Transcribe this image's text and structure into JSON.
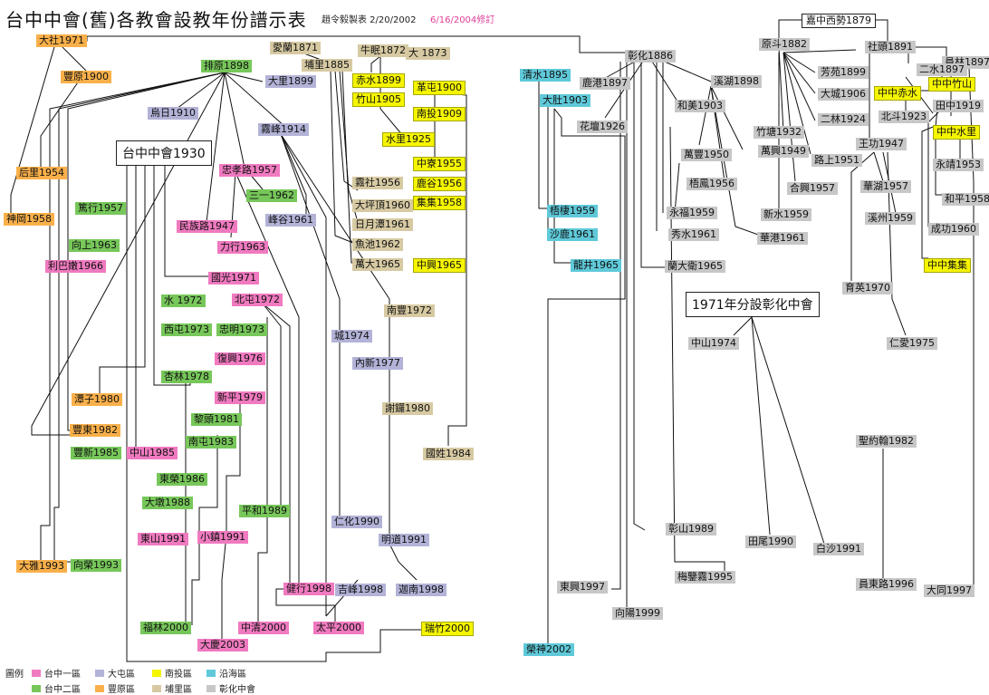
{
  "title": "台中中會(舊)各教會設教年份譜示表",
  "author": "趙令毅製表 2/20/2002",
  "revision": "6/16/2004修訂",
  "banner_1930": "台中中會1930",
  "banner_1971": "1971年分設彰化中會",
  "root_1879": "嘉中西勢1879",
  "legend_title": "圖例",
  "legend": [
    {
      "key": "t1",
      "label": "台中一區",
      "color": "#f07ac0"
    },
    {
      "key": "dt",
      "label": "大屯區",
      "color": "#b3b3d8"
    },
    {
      "key": "nt",
      "label": "南投區",
      "color": "#f5f500"
    },
    {
      "key": "hs",
      "label": "沿海區",
      "color": "#5fc9d9"
    },
    {
      "key": "t2",
      "label": "台中二區",
      "color": "#77c75a"
    },
    {
      "key": "fy",
      "label": "豐原區",
      "color": "#f9b04a"
    },
    {
      "key": "pl",
      "label": "埔里區",
      "color": "#d7caa3"
    },
    {
      "key": "ch",
      "label": "彰化中會",
      "color": "#c7c7c7"
    }
  ],
  "nodes": [
    {
      "label": "大社1971",
      "cat": "fy"
    },
    {
      "label": "豐原1900",
      "cat": "fy"
    },
    {
      "label": "后里1954",
      "cat": "fy"
    },
    {
      "label": "神岡1958",
      "cat": "fy"
    },
    {
      "label": "排原1898",
      "cat": "t2"
    },
    {
      "label": "烏日1910",
      "cat": "dt"
    },
    {
      "label": "大里1899",
      "cat": "dt"
    },
    {
      "label": "愛蘭1871",
      "cat": "pl"
    },
    {
      "label": "埔里1885",
      "cat": "pl"
    },
    {
      "label": "牛眠1872",
      "cat": "pl"
    },
    {
      "label": "大  1873",
      "cat": "pl"
    },
    {
      "label": "赤水1899",
      "cat": "nt"
    },
    {
      "label": "竹山1905",
      "cat": "nt"
    },
    {
      "label": "革屯1900",
      "cat": "nt"
    },
    {
      "label": "南投1909",
      "cat": "nt"
    },
    {
      "label": "水里1925",
      "cat": "nt"
    },
    {
      "label": "中寮1955",
      "cat": "nt"
    },
    {
      "label": "鹿谷1956",
      "cat": "nt"
    },
    {
      "label": "集集1958",
      "cat": "nt"
    },
    {
      "label": "霧社1956",
      "cat": "pl"
    },
    {
      "label": "大坪頂1960",
      "cat": "pl"
    },
    {
      "label": "日月潭1961",
      "cat": "pl"
    },
    {
      "label": "魚池1962",
      "cat": "pl"
    },
    {
      "label": "萬大1965",
      "cat": "pl"
    },
    {
      "label": "中興1965",
      "cat": "nt"
    },
    {
      "label": "南豐1972",
      "cat": "pl"
    },
    {
      "label": "霧峰1914",
      "cat": "dt"
    },
    {
      "label": "峰谷1961",
      "cat": "dt"
    },
    {
      "label": "民族路1947",
      "cat": "t1"
    },
    {
      "label": "忠孝路1957",
      "cat": "t1"
    },
    {
      "label": "三一1962",
      "cat": "t2"
    },
    {
      "label": "力行1963",
      "cat": "t1"
    },
    {
      "label": "篤行1957",
      "cat": "t2"
    },
    {
      "label": "向上1963",
      "cat": "t2"
    },
    {
      "label": "利巴嫩1966",
      "cat": "t1"
    },
    {
      "label": "國光1971",
      "cat": "t1"
    },
    {
      "label": "水    1972",
      "cat": "t2"
    },
    {
      "label": "北屯1972",
      "cat": "t1"
    },
    {
      "label": "西屯1973",
      "cat": "t2"
    },
    {
      "label": "忠明1973",
      "cat": "t2"
    },
    {
      "label": "復興1976",
      "cat": "t1"
    },
    {
      "label": "杏林1978",
      "cat": "t2"
    },
    {
      "label": "新平1979",
      "cat": "t1"
    },
    {
      "label": "黎頭1981",
      "cat": "t2"
    },
    {
      "label": "南屯1983",
      "cat": "t2"
    },
    {
      "label": "東榮1986",
      "cat": "t2"
    },
    {
      "label": "大墩1988",
      "cat": "t2"
    },
    {
      "label": "平和1989",
      "cat": "t2"
    },
    {
      "label": "東山1991",
      "cat": "t1"
    },
    {
      "label": "小鎮1991",
      "cat": "t1"
    },
    {
      "label": "城1974",
      "cat": "dt"
    },
    {
      "label": "內新1977",
      "cat": "dt"
    },
    {
      "label": "謝鑼1980",
      "cat": "pl"
    },
    {
      "label": "國姓1984",
      "cat": "pl"
    },
    {
      "label": "仁化1990",
      "cat": "dt"
    },
    {
      "label": "明道1991",
      "cat": "dt"
    },
    {
      "label": "健行1998",
      "cat": "t1"
    },
    {
      "label": "吉峰1998",
      "cat": "dt"
    },
    {
      "label": "迦南1998",
      "cat": "dt"
    },
    {
      "label": "中清2000",
      "cat": "t1"
    },
    {
      "label": "太平2000",
      "cat": "t1"
    },
    {
      "label": "瑞竹2000",
      "cat": "nt"
    },
    {
      "label": "福林2000",
      "cat": "t2"
    },
    {
      "label": "大慶2003",
      "cat": "t1"
    },
    {
      "label": "潭子1980",
      "cat": "fy"
    },
    {
      "label": "豐東1982",
      "cat": "fy"
    },
    {
      "label": "豐新1985",
      "cat": "t2"
    },
    {
      "label": "中山1985",
      "cat": "t1"
    },
    {
      "label": "大雅1993",
      "cat": "fy"
    },
    {
      "label": "向榮1993",
      "cat": "t2"
    },
    {
      "label": "清水1895",
      "cat": "hs"
    },
    {
      "label": "大肚1903",
      "cat": "hs"
    },
    {
      "label": "梧棲1959",
      "cat": "hs"
    },
    {
      "label": "沙鹿1961",
      "cat": "hs"
    },
    {
      "label": "龍井1965",
      "cat": "hs"
    },
    {
      "label": "榮神2002",
      "cat": "hs"
    },
    {
      "label": "彰化1886",
      "cat": "ch"
    },
    {
      "label": "鹿港1897",
      "cat": "ch"
    },
    {
      "label": "花壇1926",
      "cat": "ch"
    },
    {
      "label": "和美1903",
      "cat": "ch"
    },
    {
      "label": "溪湖1898",
      "cat": "ch"
    },
    {
      "label": "萬豐1950",
      "cat": "ch"
    },
    {
      "label": "萬興1949",
      "cat": "ch"
    },
    {
      "label": "梧鳳1956",
      "cat": "ch"
    },
    {
      "label": "永福1959",
      "cat": "ch"
    },
    {
      "label": "秀水1961",
      "cat": "ch"
    },
    {
      "label": "華港1961",
      "cat": "ch"
    },
    {
      "label": "蘭大衛1965",
      "cat": "ch"
    },
    {
      "label": "中山1974",
      "cat": "ch"
    },
    {
      "label": "彰山1989",
      "cat": "ch"
    },
    {
      "label": "田尾1990",
      "cat": "ch"
    },
    {
      "label": "白沙1991",
      "cat": "ch"
    },
    {
      "label": "梅鑒霧1995",
      "cat": "ch"
    },
    {
      "label": "東興1997",
      "cat": "ch"
    },
    {
      "label": "向陽1999",
      "cat": "ch"
    },
    {
      "label": "原斗1882",
      "cat": "ch"
    },
    {
      "label": "芳苑1899",
      "cat": "ch"
    },
    {
      "label": "大城1906",
      "cat": "ch"
    },
    {
      "label": "二林1924",
      "cat": "ch"
    },
    {
      "label": "竹塘1932",
      "cat": "ch"
    },
    {
      "label": "路上1951",
      "cat": "ch"
    },
    {
      "label": "合興1957",
      "cat": "ch"
    },
    {
      "label": "新水1959",
      "cat": "ch"
    },
    {
      "label": "社頭1891",
      "cat": "ch"
    },
    {
      "label": "員林1897",
      "cat": "ch"
    },
    {
      "label": "二水1897",
      "cat": "ch"
    },
    {
      "label": "中中赤水",
      "cat": "nt"
    },
    {
      "label": "中中竹山",
      "cat": "nt"
    },
    {
      "label": "北斗1923",
      "cat": "ch"
    },
    {
      "label": "田中1919",
      "cat": "ch"
    },
    {
      "label": "中中水里",
      "cat": "nt"
    },
    {
      "label": "王功1947",
      "cat": "ch"
    },
    {
      "label": "華湖1957",
      "cat": "ch"
    },
    {
      "label": "溪州1959",
      "cat": "ch"
    },
    {
      "label": "永靖1953",
      "cat": "ch"
    },
    {
      "label": "和平1958",
      "cat": "ch"
    },
    {
      "label": "成功1960",
      "cat": "ch"
    },
    {
      "label": "中中集集",
      "cat": "nt"
    },
    {
      "label": "育英1970",
      "cat": "ch"
    },
    {
      "label": "仁愛1975",
      "cat": "ch"
    },
    {
      "label": "聖約翰1982",
      "cat": "ch"
    },
    {
      "label": "員東路1996",
      "cat": "ch"
    },
    {
      "label": "大同1997",
      "cat": "ch"
    }
  ]
}
